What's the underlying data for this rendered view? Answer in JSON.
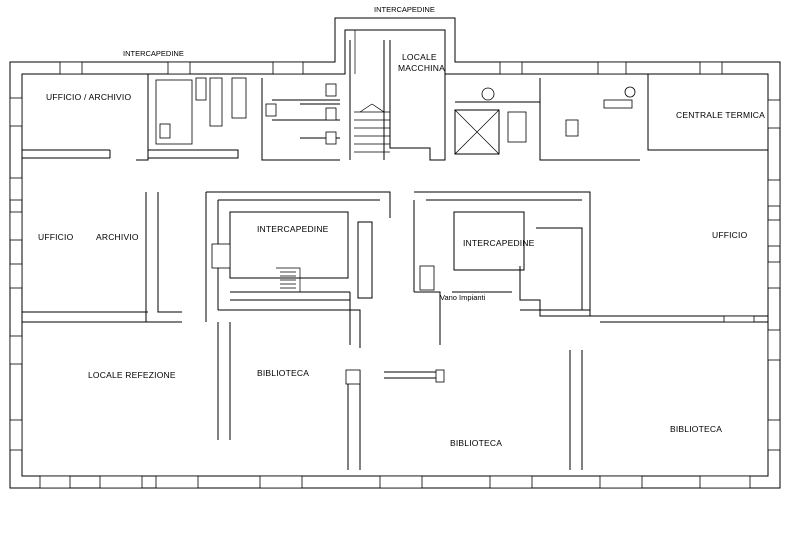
{
  "rooms": {
    "intercapedine_top": "INTERCAPEDINE",
    "intercapedine_upper_left": "INTERCAPEDINE",
    "ufficio_archivio_top": "UFFICIO  /  ARCHIVIO",
    "locale_macchina_1": "LOCALE",
    "locale_macchina_2": "MACCHINA",
    "centrale_termica": "CENTRALE   TERMICA",
    "ufficio_left": "UFFICIO",
    "archivio_left": "ARCHIVIO",
    "intercapedine_center_left": "INTERCAPEDINE",
    "intercapedine_center_right": "INTERCAPEDINE",
    "vano_impianti": "Vano  Impianti",
    "ufficio_right": "UFFICIO",
    "locale_refezione": "LOCALE  REFEZIONE",
    "biblioteca_1": "BIBLIOTECA",
    "biblioteca_2": "BIBLIOTECA",
    "biblioteca_3": "BIBLIOTECA"
  }
}
